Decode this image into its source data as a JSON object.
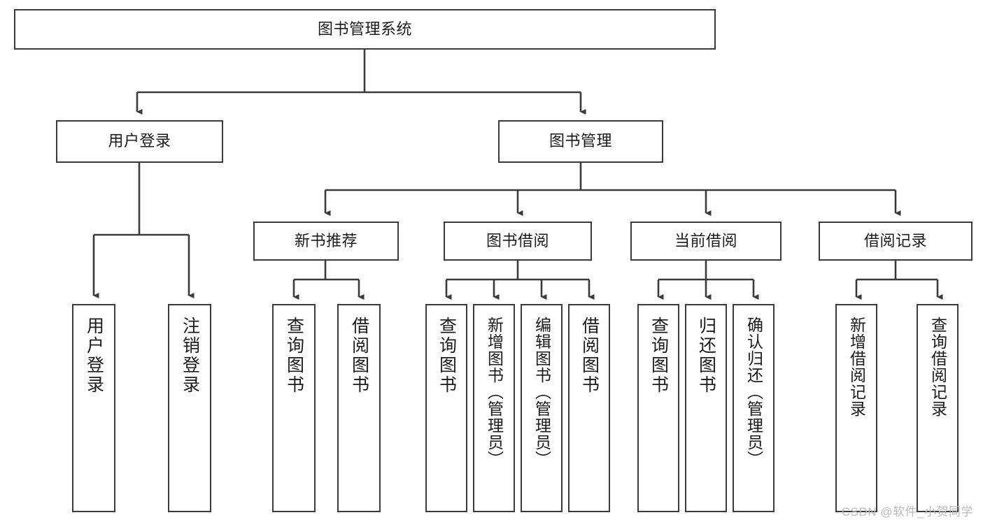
{
  "diagram": {
    "type": "tree-hierarchy",
    "title": "图书管理系统",
    "watermark": "CSDN @软件_小贺同学",
    "colors": {
      "box_border": "#3a3a3a",
      "box_fill": "#ffffff",
      "edge": "#3a3a3a",
      "text": "#1b1b1b",
      "watermark": "#b9b9b9",
      "background": "#ffffff"
    },
    "root": {
      "label": "图书管理系统"
    },
    "level1": [
      {
        "label": "用户登录"
      },
      {
        "label": "图书管理"
      }
    ],
    "level2": [
      {
        "label": "新书推荐"
      },
      {
        "label": "图书借阅"
      },
      {
        "label": "当前借阅"
      },
      {
        "label": "借阅记录"
      }
    ],
    "leaves": {
      "user_login": [
        {
          "label": "用户登录"
        },
        {
          "label": "注销登录"
        }
      ],
      "new_book_recommend": [
        {
          "label": "查询图书"
        },
        {
          "label": "借阅图书"
        }
      ],
      "book_borrow": [
        {
          "label": "查询图书"
        },
        {
          "label": "新增图书（管理员）"
        },
        {
          "label": "编辑图书（管理员）"
        },
        {
          "label": "借阅图书"
        }
      ],
      "current_borrow": [
        {
          "label": "查询图书"
        },
        {
          "label": "归还图书"
        },
        {
          "label": "确认归还（管理员）"
        }
      ],
      "borrow_records": [
        {
          "label": "新增借阅记录"
        },
        {
          "label": "查询借阅记录"
        }
      ]
    }
  }
}
